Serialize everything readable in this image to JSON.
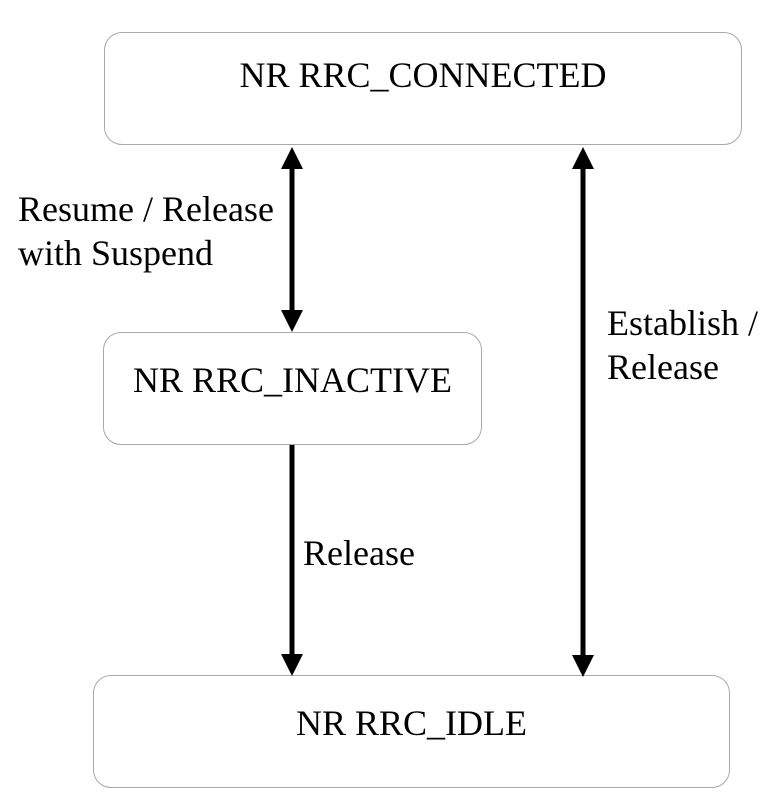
{
  "diagram": {
    "type": "state-transition-diagram",
    "nodes": [
      {
        "id": "connected",
        "label": "NR RRC_CONNECTED"
      },
      {
        "id": "inactive",
        "label": "NR RRC_INACTIVE"
      },
      {
        "id": "idle",
        "label": "NR RRC_IDLE"
      }
    ],
    "edges": [
      {
        "from": "NR RRC_CONNECTED",
        "to": "NR RRC_INACTIVE",
        "bidirectional": true,
        "label": "Resume / Release\nwith Suspend"
      },
      {
        "from": "NR RRC_INACTIVE",
        "to": "NR RRC_IDLE",
        "bidirectional": false,
        "label": "Release"
      },
      {
        "from": "NR RRC_CONNECTED",
        "to": "NR RRC_IDLE",
        "bidirectional": true,
        "label": "Establish /\nRelease"
      }
    ],
    "colors": {
      "background": "#ffffff",
      "node_fill": "#ffffff",
      "node_border": "#a8a8a8",
      "arrow": "#000000",
      "text": "#000000"
    }
  }
}
